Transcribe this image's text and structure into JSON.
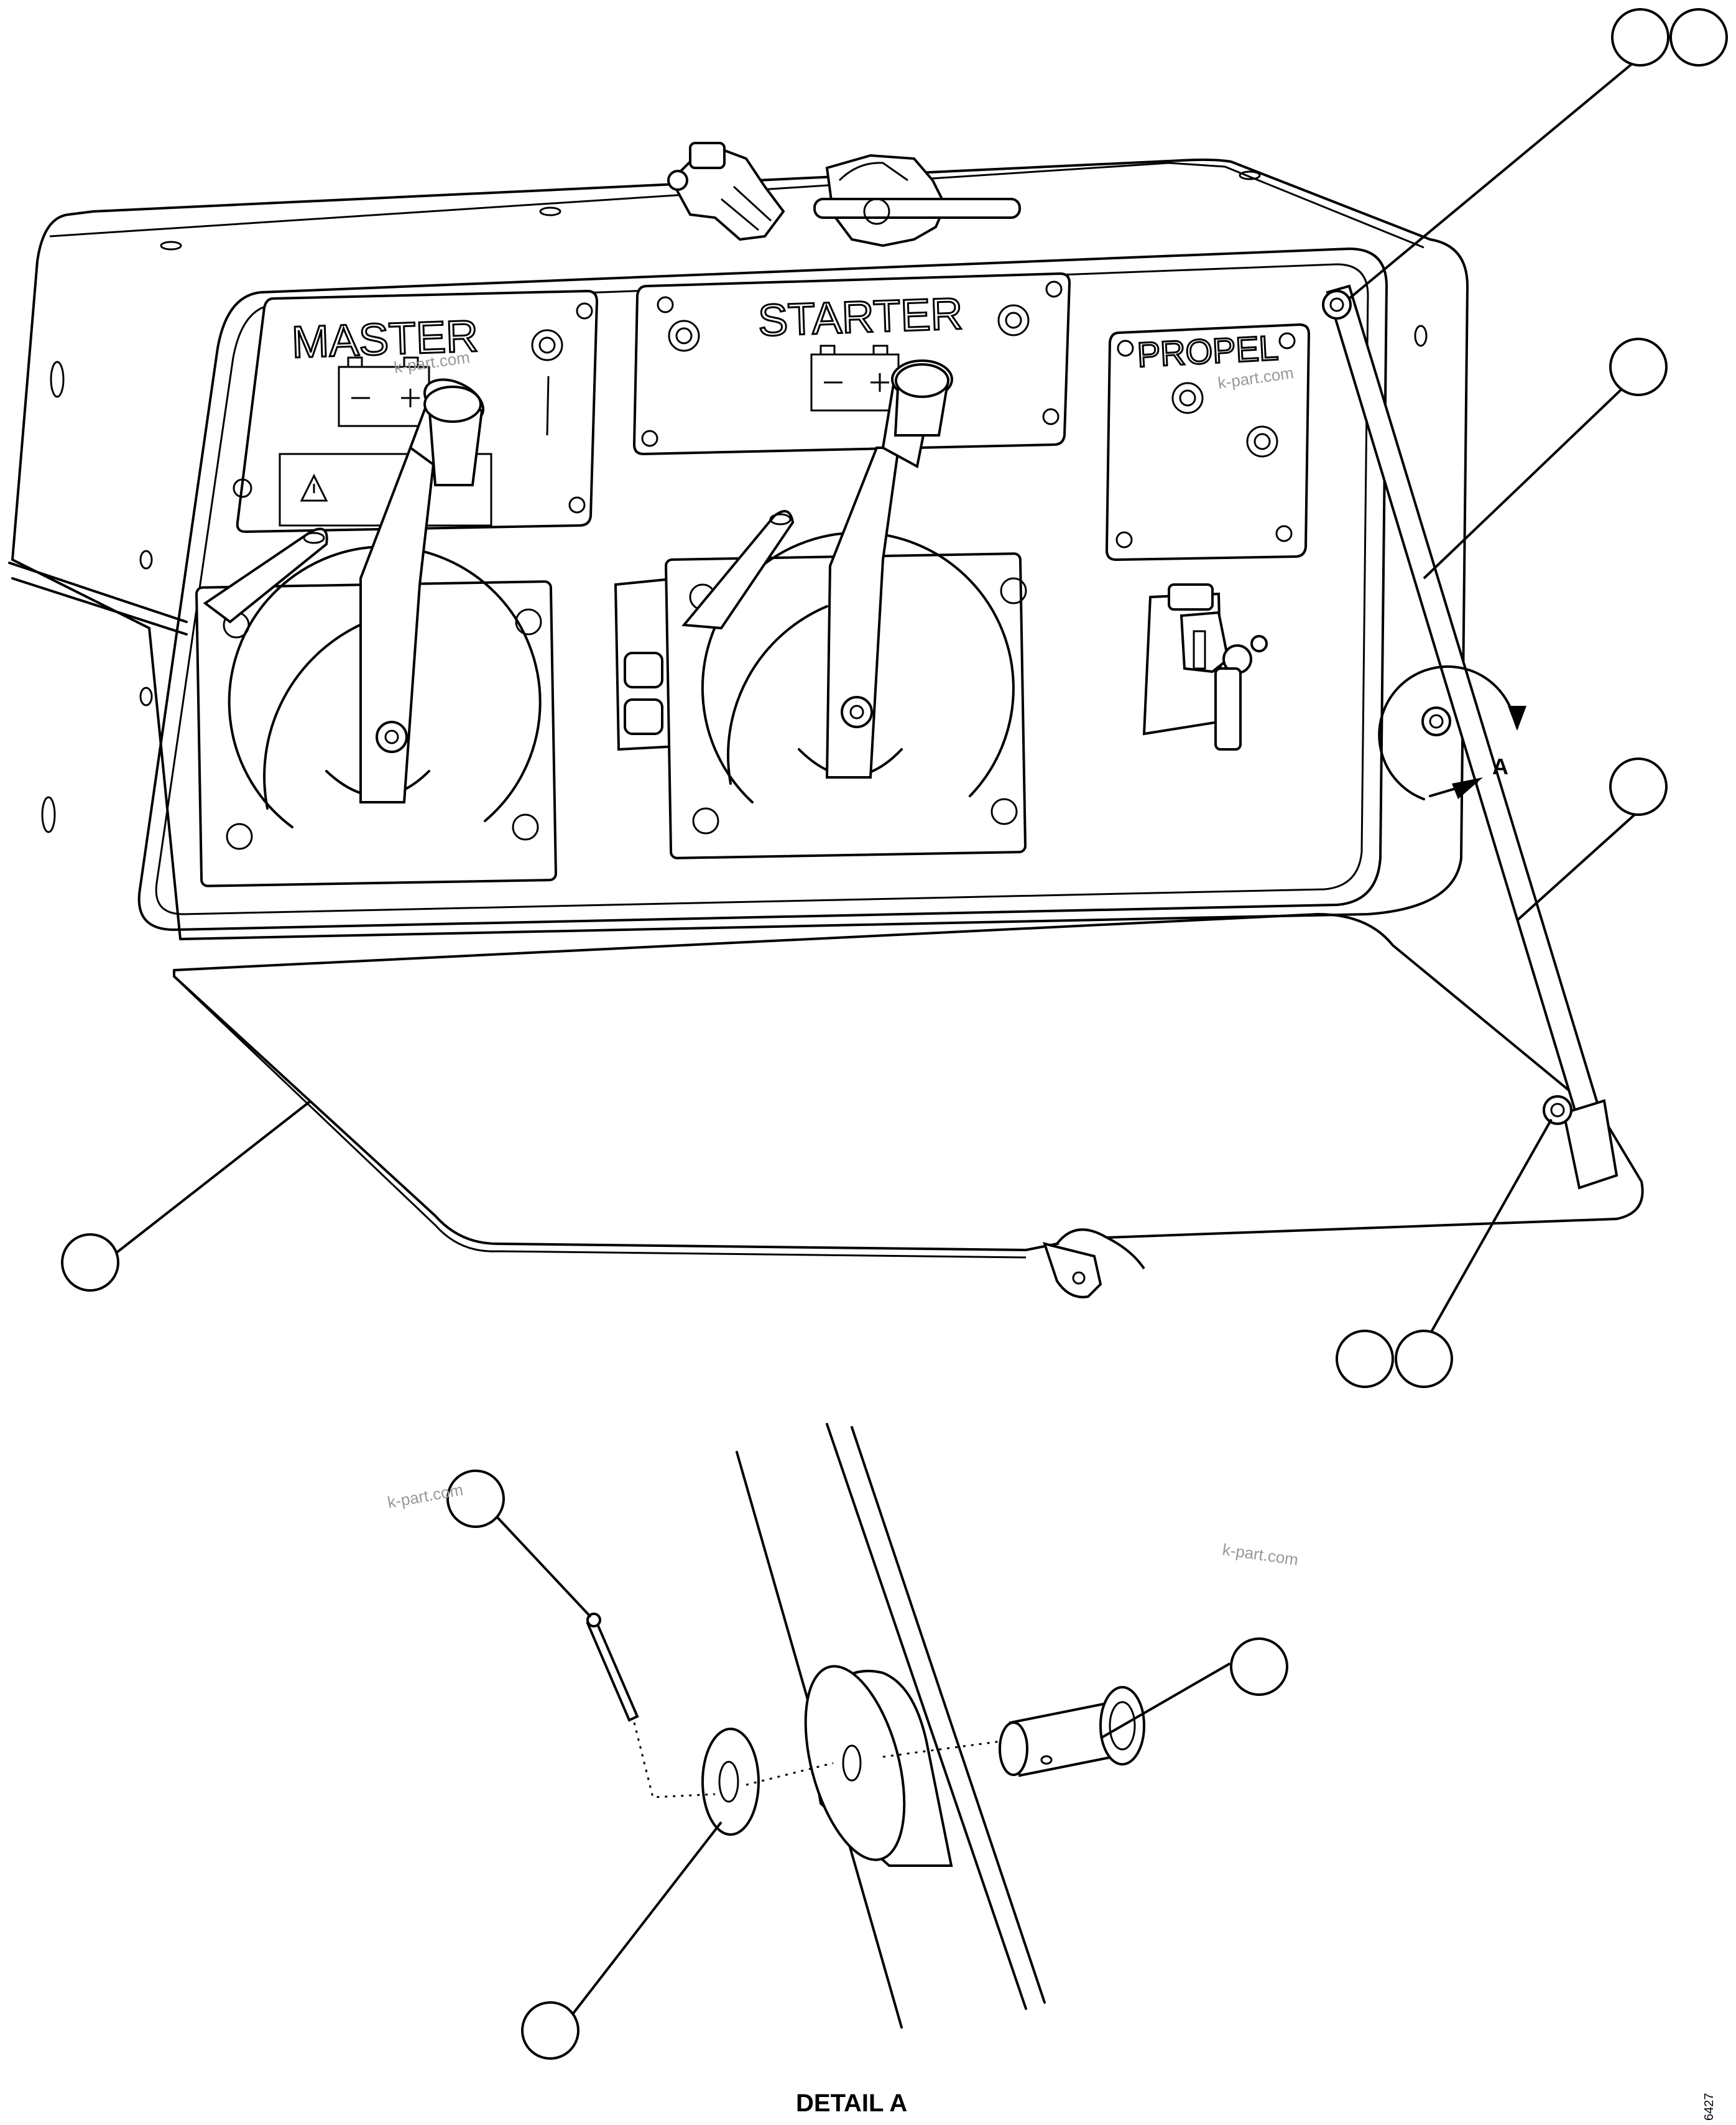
{
  "panel": {
    "master_label": "MASTER",
    "starter_label": "STARTER",
    "propel_label": "PROPEL",
    "detail_marker": "A"
  },
  "watermark": "k-part.com",
  "detail_caption": "DETAIL A",
  "drawing_number": "6427"
}
